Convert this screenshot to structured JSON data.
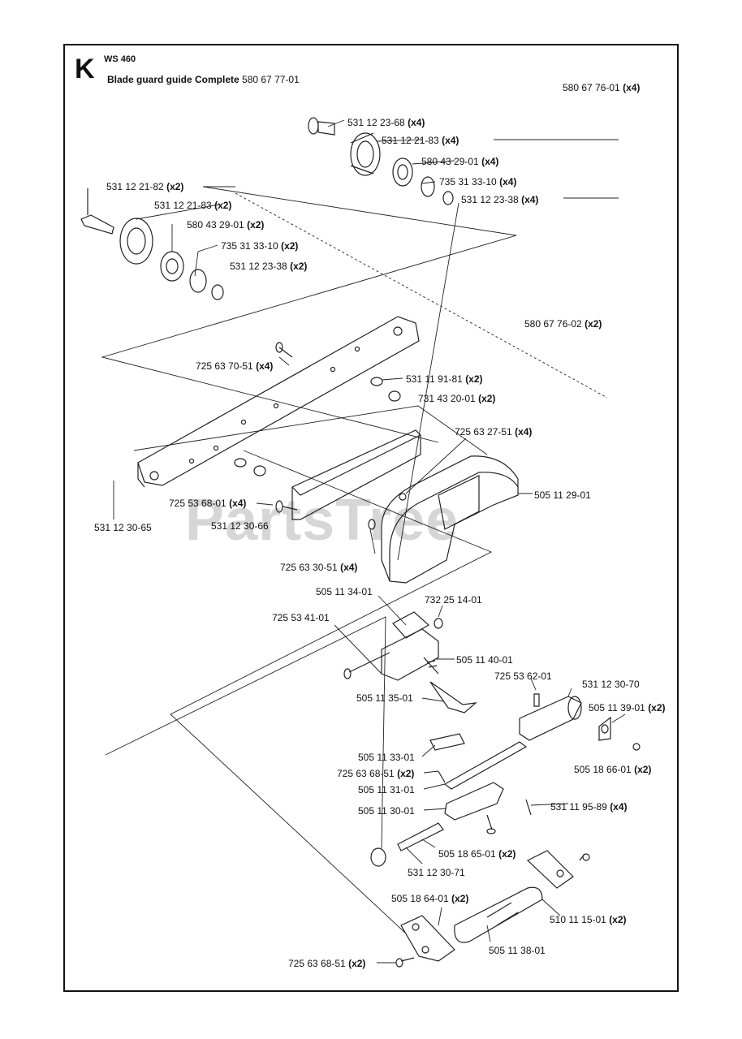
{
  "header": {
    "section_letter": "K",
    "model": "WS 460",
    "title": "Blade guard guide Complete",
    "title_part": "580 67 77-01"
  },
  "watermark": "PartsTree",
  "labels": [
    {
      "id": "l01",
      "pn": "580 67 76-01",
      "qty": "(x4)"
    },
    {
      "id": "l02",
      "pn": "531 12 23-68",
      "qty": "(x4)"
    },
    {
      "id": "l03",
      "pn": "531 12 21-83",
      "qty": "(x4)"
    },
    {
      "id": "l04",
      "pn": "580 43 29-01",
      "qty": "(x4)"
    },
    {
      "id": "l05",
      "pn": "735 31 33-10",
      "qty": "(x4)"
    },
    {
      "id": "l06",
      "pn": "531 12 23-38",
      "qty": "(x4)"
    },
    {
      "id": "l07",
      "pn": "531 12 21-82",
      "qty": "(x2)"
    },
    {
      "id": "l08",
      "pn": "531 12 21-83",
      "qty": "(x2)"
    },
    {
      "id": "l09",
      "pn": "580 43 29-01",
      "qty": "(x2)"
    },
    {
      "id": "l10",
      "pn": "735 31 33-10",
      "qty": "(x2)"
    },
    {
      "id": "l11",
      "pn": "531 12 23-38",
      "qty": "(x2)"
    },
    {
      "id": "l12",
      "pn": "580 67 76-02",
      "qty": "(x2)"
    },
    {
      "id": "l13",
      "pn": "725 63 70-51",
      "qty": "(x4)"
    },
    {
      "id": "l14",
      "pn": "531 11 91-81",
      "qty": "(x2)"
    },
    {
      "id": "l15",
      "pn": "731 43 20-01",
      "qty": "(x2)"
    },
    {
      "id": "l16",
      "pn": "725 63 27-51",
      "qty": "(x4)"
    },
    {
      "id": "l17",
      "pn": "505 11 29-01",
      "qty": ""
    },
    {
      "id": "l18",
      "pn": "725 53 68-01",
      "qty": "(x4)"
    },
    {
      "id": "l19",
      "pn": "531 12 30-65",
      "qty": ""
    },
    {
      "id": "l20",
      "pn": "531 12 30-66",
      "qty": ""
    },
    {
      "id": "l21",
      "pn": "725 63 30-51",
      "qty": "(x4)"
    },
    {
      "id": "l22",
      "pn": "505 11 34-01",
      "qty": ""
    },
    {
      "id": "l23",
      "pn": "732 25 14-01",
      "qty": ""
    },
    {
      "id": "l24",
      "pn": "725 53 41-01",
      "qty": ""
    },
    {
      "id": "l25",
      "pn": "505 11 40-01",
      "qty": ""
    },
    {
      "id": "l26",
      "pn": "725 53 62-01",
      "qty": ""
    },
    {
      "id": "l27",
      "pn": "531 12 30-70",
      "qty": ""
    },
    {
      "id": "l28",
      "pn": "505 11 35-01",
      "qty": ""
    },
    {
      "id": "l29",
      "pn": "505 11 39-01",
      "qty": "(x2)"
    },
    {
      "id": "l30",
      "pn": "505 11 33-01",
      "qty": ""
    },
    {
      "id": "l31",
      "pn": "725 63 68-51",
      "qty": "(x2)"
    },
    {
      "id": "l32",
      "pn": "505 18 66-01",
      "qty": "(x2)"
    },
    {
      "id": "l33",
      "pn": "505 11 31-01",
      "qty": ""
    },
    {
      "id": "l34",
      "pn": "505 11 30-01",
      "qty": ""
    },
    {
      "id": "l35",
      "pn": "531 11 95-89",
      "qty": "(x4)"
    },
    {
      "id": "l36",
      "pn": "505 18 65-01",
      "qty": "(x2)"
    },
    {
      "id": "l37",
      "pn": "531 12 30-71",
      "qty": ""
    },
    {
      "id": "l38",
      "pn": "505 18 64-01",
      "qty": "(x2)"
    },
    {
      "id": "l39",
      "pn": "510 11 15-01",
      "qty": "(x2)"
    },
    {
      "id": "l40",
      "pn": "505 11 38-01",
      "qty": ""
    },
    {
      "id": "l41",
      "pn": "725 63 68-51",
      "qty": "(x2)"
    }
  ]
}
